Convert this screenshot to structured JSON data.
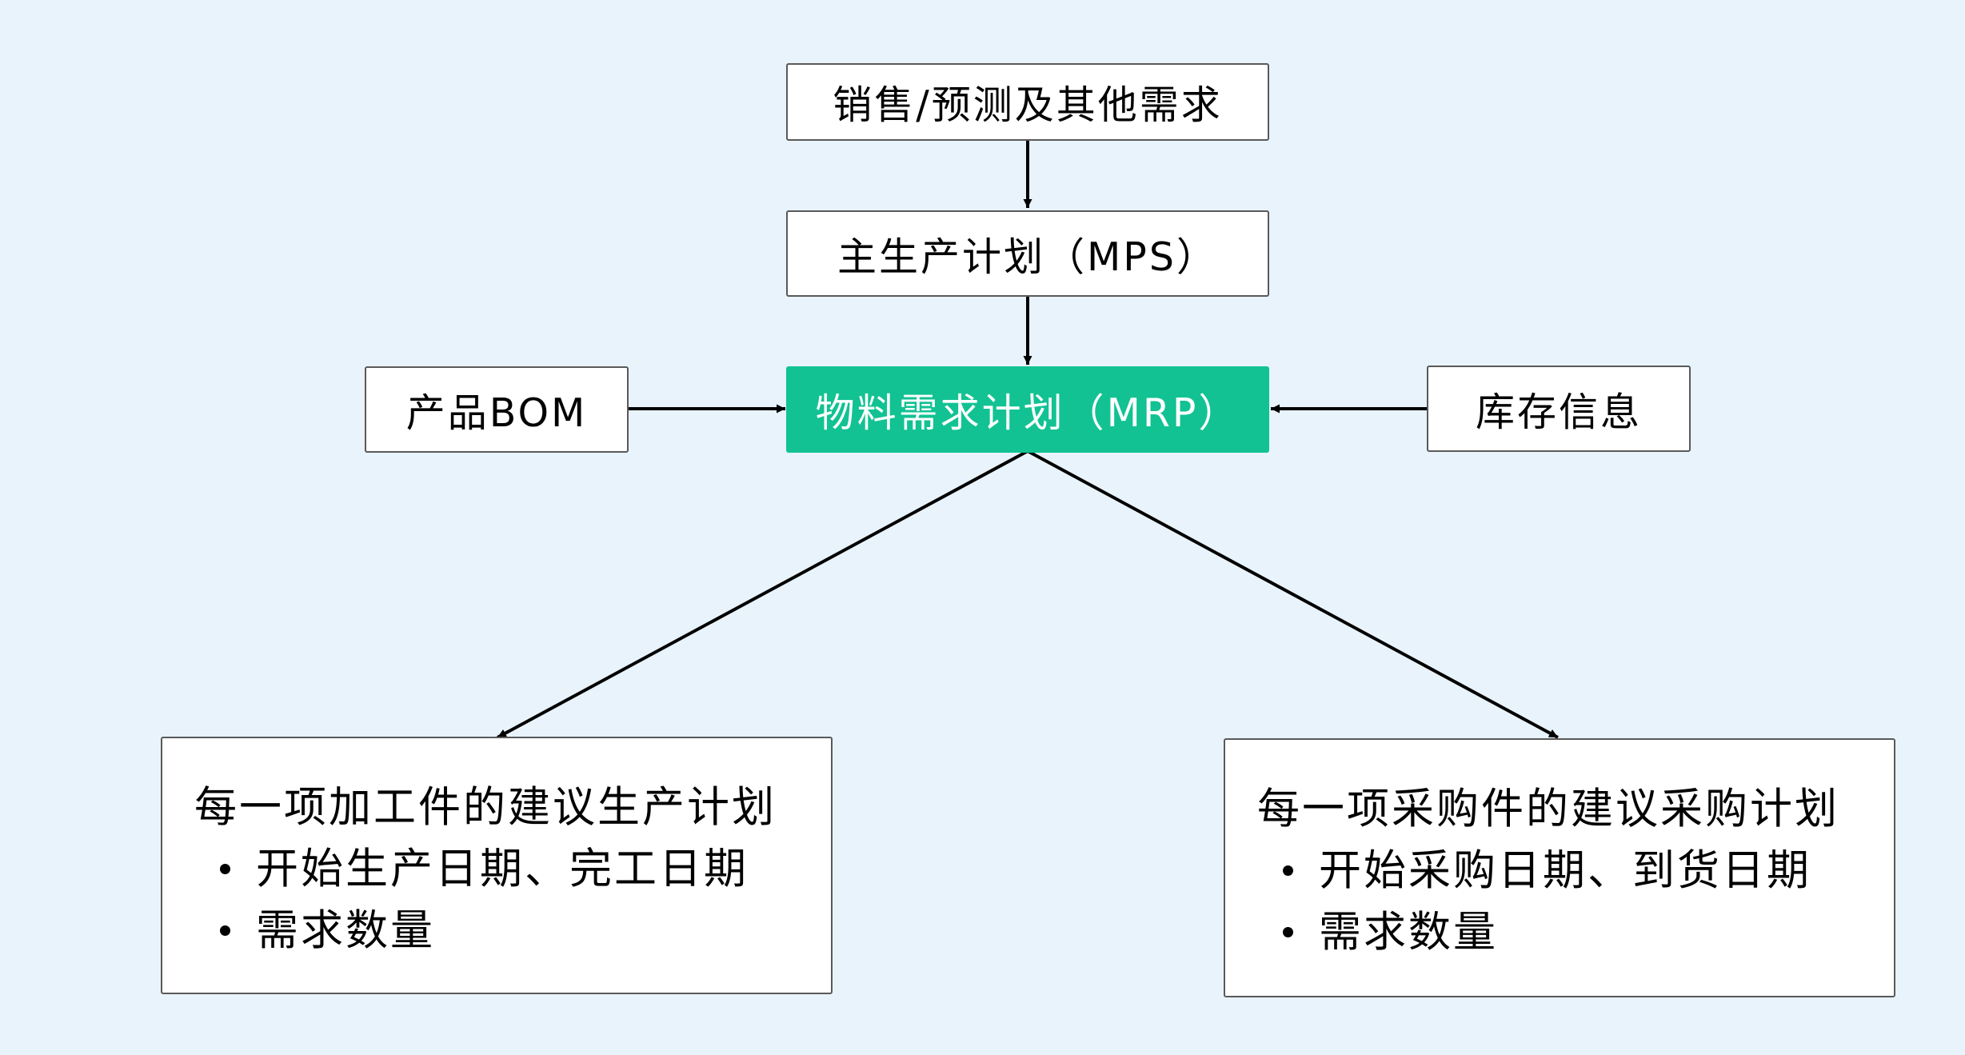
{
  "colors": {
    "background": "#e8f3fb",
    "box_fill": "#ffffff",
    "box_border": "#595959",
    "central_fill": "#12c293",
    "central_text": "#ffffff",
    "connector": "#000000"
  },
  "nodes": {
    "sales": {
      "label": "销售/预测及其他需求"
    },
    "mps": {
      "label": "主生产计划（MPS）"
    },
    "bom": {
      "label": "产品BOM"
    },
    "mrp": {
      "label": "物料需求计划（MRP）"
    },
    "inventory": {
      "label": "库存信息"
    },
    "production": {
      "title": "每一项加工件的建议生产计划",
      "bullets": [
        "开始生产日期、完工日期",
        "需求数量"
      ]
    },
    "purchase": {
      "title": "每一项采购件的建议采购计划",
      "bullets": [
        "开始采购日期、到货日期",
        "需求数量"
      ]
    }
  }
}
